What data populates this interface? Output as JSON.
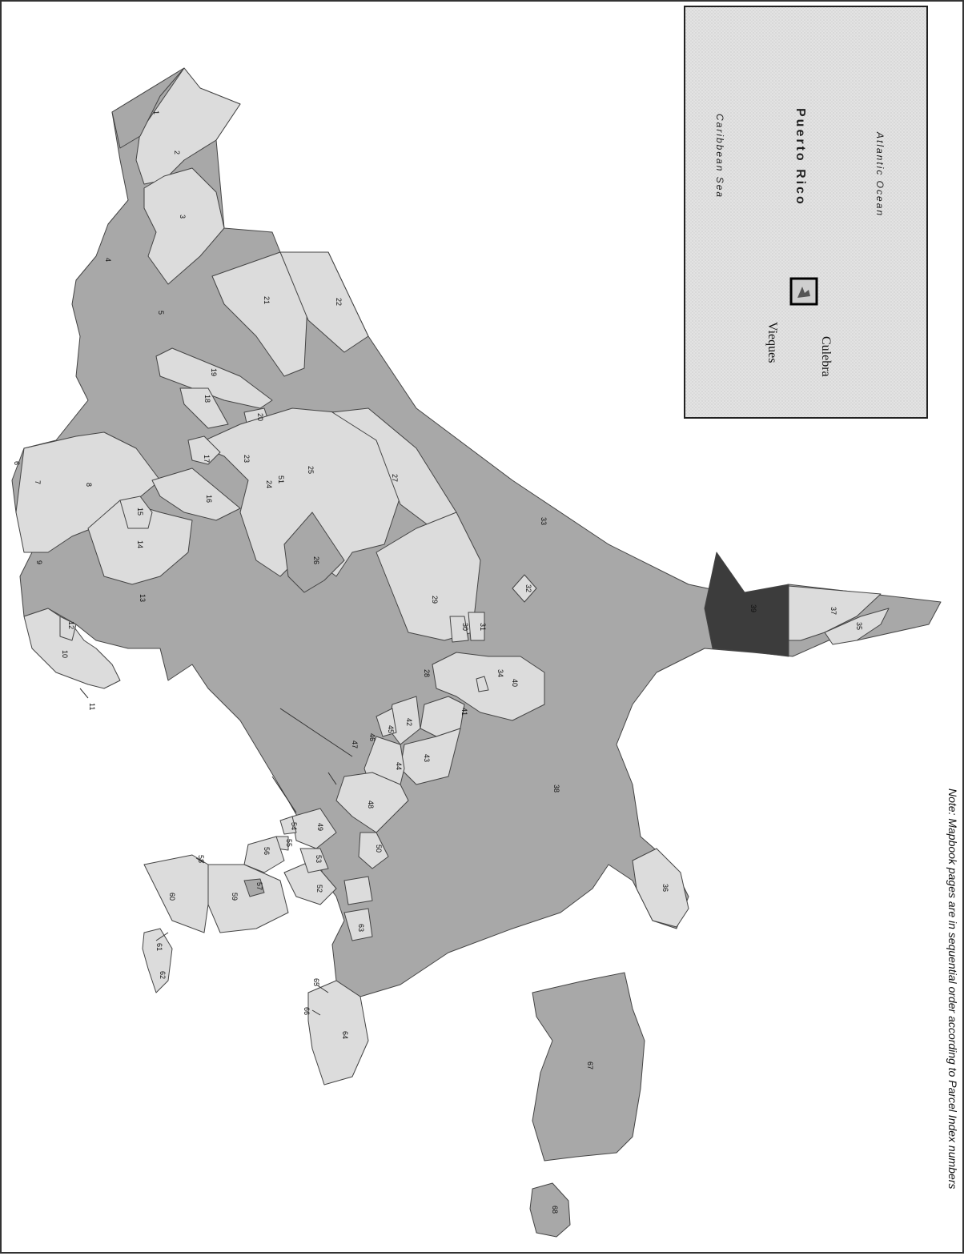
{
  "note": "Note: Mapbook pages are in sequential order according to Parcel Index numbers",
  "inset": {
    "ocean_north": "Atlantic Ocean",
    "island_main": "Puerto Rico",
    "sea_south": "Caribbean Sea",
    "island_culebra": "Culebra",
    "island_vieques": "Vieques"
  },
  "colors": {
    "light": "#dcdcdc",
    "medium": "#a8a8a8",
    "dark": "#3c3c3c",
    "water": "#ffffff",
    "inset_bg": "#e3e3e3"
  },
  "parcels": [
    "1",
    "2",
    "3",
    "4",
    "5",
    "6",
    "7",
    "8",
    "9",
    "10",
    "11",
    "12",
    "13",
    "14",
    "15",
    "16",
    "17",
    "18",
    "19",
    "20",
    "21",
    "22",
    "23",
    "24",
    "25",
    "26",
    "27",
    "28",
    "29",
    "30",
    "31",
    "32",
    "33",
    "34",
    "35",
    "36",
    "37",
    "38",
    "39",
    "40",
    "41",
    "42",
    "43",
    "44",
    "45",
    "46",
    "47",
    "48",
    "49",
    "50",
    "51",
    "52",
    "53",
    "54",
    "55",
    "56",
    "57",
    "58",
    "59",
    "60",
    "61",
    "62",
    "63",
    "64",
    "65",
    "66",
    "67",
    "68"
  ]
}
